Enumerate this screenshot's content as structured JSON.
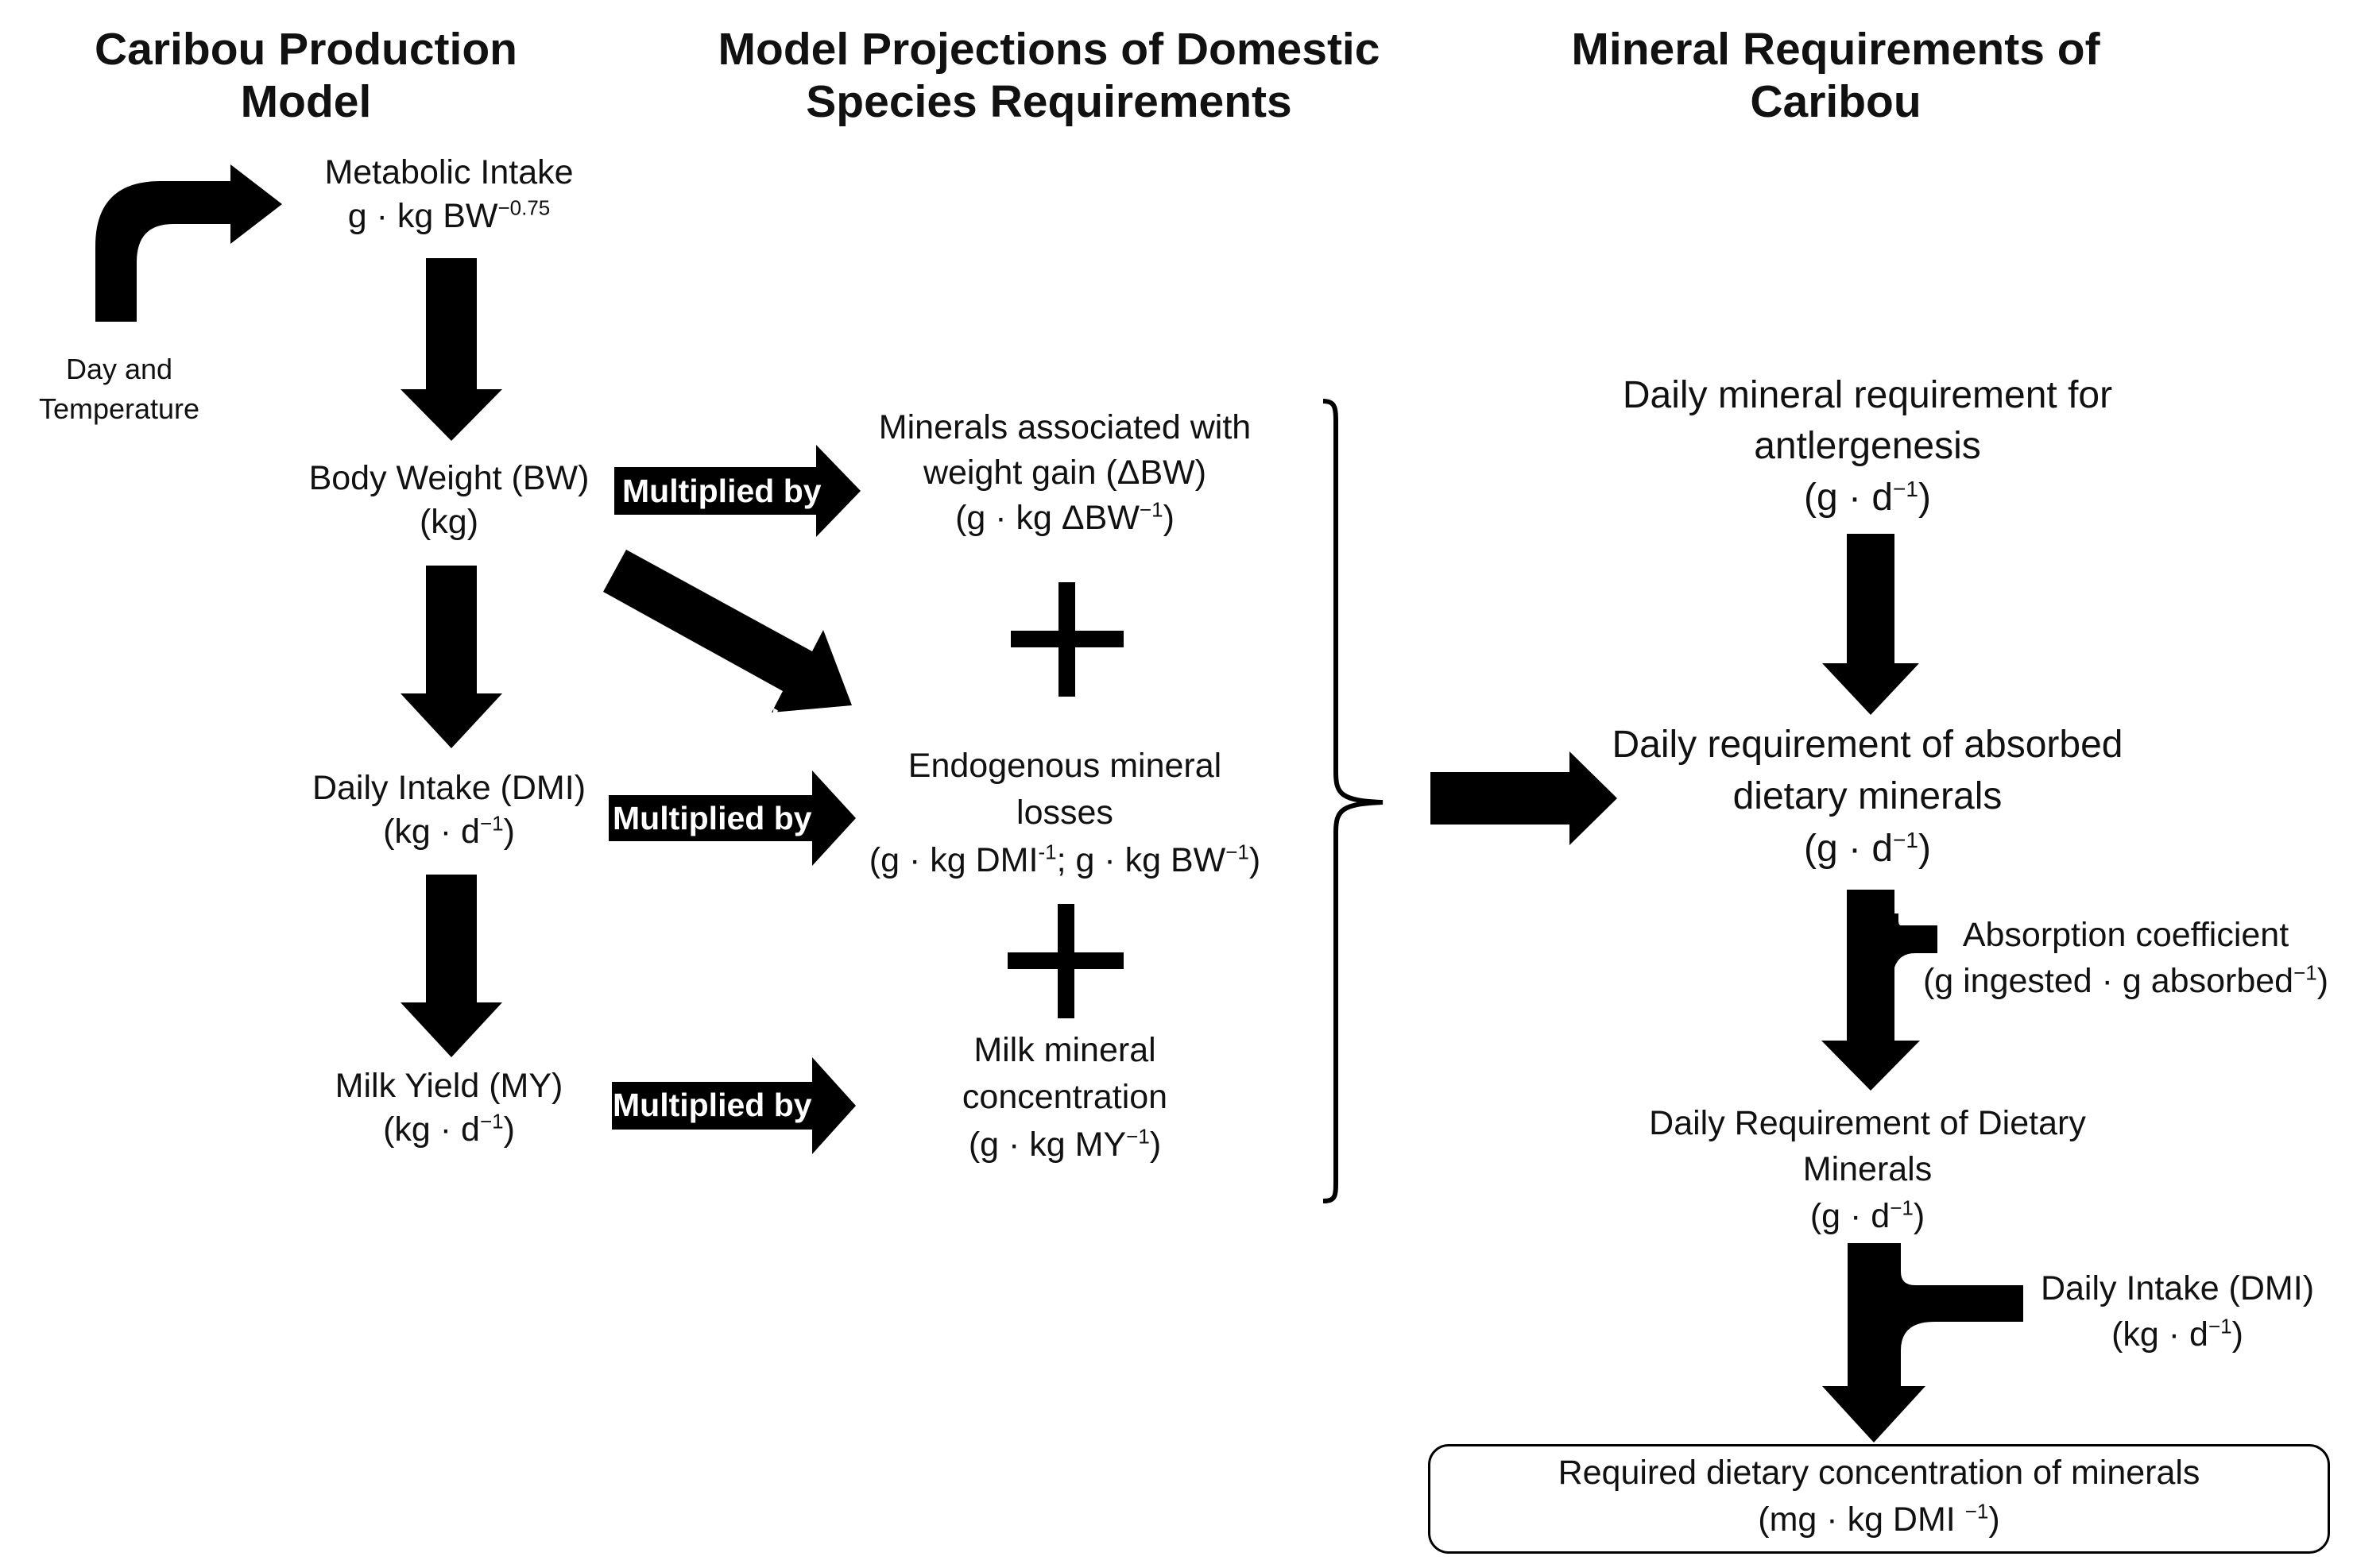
{
  "headers": {
    "col1": [
      "Caribou Production",
      "Model"
    ],
    "col2": [
      "Model Projections of Domestic",
      "Species Requirements"
    ],
    "col3": [
      "Mineral Requirements of",
      "Caribou"
    ]
  },
  "col1": {
    "day_temp": [
      "Day and",
      "Temperature"
    ],
    "metabolic_intake": {
      "name": "Metabolic Intake",
      "unit_pre": "g · kg BW",
      "unit_exp": "−0.75"
    },
    "body_weight": {
      "name": "Body Weight (BW)",
      "unit": "(kg)"
    },
    "daily_intake": {
      "name": "Daily Intake (DMI)",
      "unit_pre": "(kg · d",
      "unit_exp": "−1",
      "unit_post": ")"
    },
    "milk_yield": {
      "name": "Milk Yield (MY)",
      "unit_pre": "(kg · d",
      "unit_exp": "−1",
      "unit_post": ")"
    }
  },
  "arrows": {
    "multiplied_by": "Multiplied by"
  },
  "col2": {
    "weight_gain": {
      "line1": "Minerals associated with",
      "line2": "weight gain (ΔBW)",
      "unit_pre": "(g · kg ΔBW",
      "unit_exp": "−1",
      "unit_post": ")"
    },
    "endogenous": {
      "line1": "Endogenous mineral",
      "line2": "losses",
      "u1_pre": "(g · kg DMI",
      "u1_exp": "-1",
      "u1_mid": "; g · kg BW",
      "u1_exp2": "−1",
      "u1_post": ")"
    },
    "milk": {
      "line1": "Milk mineral",
      "line2": "concentration",
      "unit_pre": "(g · kg MY",
      "unit_exp": "−1",
      "unit_post": ")"
    }
  },
  "col3": {
    "antler": {
      "line1": "Daily mineral requirement for",
      "line2": "antlergenesis",
      "unit_pre": "(g · d",
      "unit_exp": "−1",
      "unit_post": ")"
    },
    "absorbed": {
      "line1": "Daily requirement of absorbed",
      "line2": "dietary minerals",
      "unit_pre": "(g · d",
      "unit_exp": "−1",
      "unit_post": ")"
    },
    "absorption_coeff": {
      "line1": "Absorption coefficient",
      "unit_pre": "(g ingested · g absorbed",
      "unit_exp": "−1",
      "unit_post": ")"
    },
    "dietary": {
      "line1": "Daily Requirement of Dietary",
      "line2": "Minerals",
      "unit_pre": "(g · d",
      "unit_exp": "−1",
      "unit_post": ")"
    },
    "dmi": {
      "line1": "Daily Intake (DMI)",
      "unit_pre": "(kg · d",
      "unit_exp": "−1",
      "unit_post": ")"
    },
    "result": {
      "line1": "Required dietary concentration of minerals",
      "unit_pre": "(mg · kg DMI ",
      "unit_exp": "−1",
      "unit_post": ")"
    }
  }
}
